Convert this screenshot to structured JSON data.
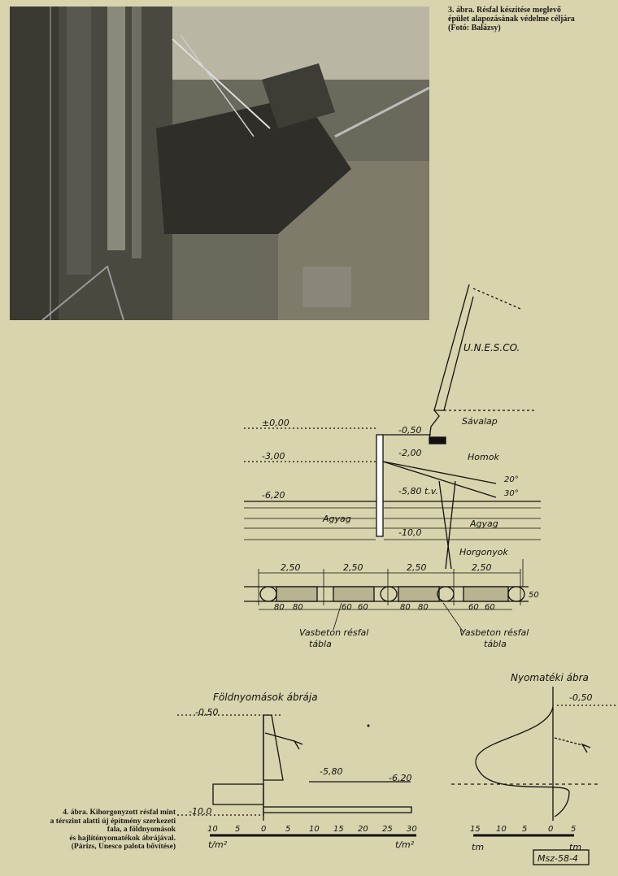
{
  "figure3": {
    "caption_line1": "3. ábra. Résfal készítése meglevő",
    "caption_line2": "épület alapozásának védelme céljára",
    "caption_line3": "(Fotó: Balázsy)"
  },
  "figure4": {
    "caption_lines": [
      "4. ábra. Kihorgonyzott résfal mint",
      "a térszint alatti új építmény szerkezeti",
      "fala, a földnyomások",
      "és hajlítónyomatékok ábrájával.",
      "(Párizs, Unesco palota bővítése)"
    ],
    "section": {
      "building": "U.N.E.S.CO.",
      "savalap": "Sávalap",
      "homok": "Homok",
      "agyag_left": "Agyag",
      "agyag_right": "Agyag",
      "level_000": "±0,00",
      "level_300": "-3,00",
      "level_620": "-6,20",
      "level_050": "-0,50",
      "level_200": "-2,00",
      "level_580": "-5,80 t.v.",
      "level_1000": "-10,0",
      "angle_20": "20°",
      "angle_30": "30°",
      "horgonyok": "Horgonyok"
    },
    "plan": {
      "spans": [
        "2,50",
        "2,50",
        "2,50",
        "2,50"
      ],
      "dims": [
        "80",
        "80",
        "60",
        "60",
        "80",
        "80",
        "60",
        "60"
      ],
      "thickness": "50",
      "label_left_1": "Vasbeton résfal",
      "label_left_2": "tábla",
      "label_right_1": "Vasbeton résfal",
      "label_right_2": "tábla"
    },
    "earth_pressure": {
      "title": "Földnyomások ábrája",
      "level_050": "-0,50",
      "level_580": "-5,80",
      "level_620": "-6,20",
      "level_1000": "-10,0",
      "scale_labels": [
        "10",
        "5",
        "0",
        "5",
        "10",
        "15",
        "20",
        "25",
        "30"
      ],
      "unit_left": "t/m²",
      "unit_right": "t/m²"
    },
    "moment": {
      "title": "Nyomatéki ábra",
      "level_050": "-0,50",
      "scale_labels": [
        "15",
        "10",
        "5",
        "0",
        "5"
      ],
      "unit_left": "tm",
      "unit_right": "tm",
      "stamp": "Msz-58-4"
    }
  }
}
